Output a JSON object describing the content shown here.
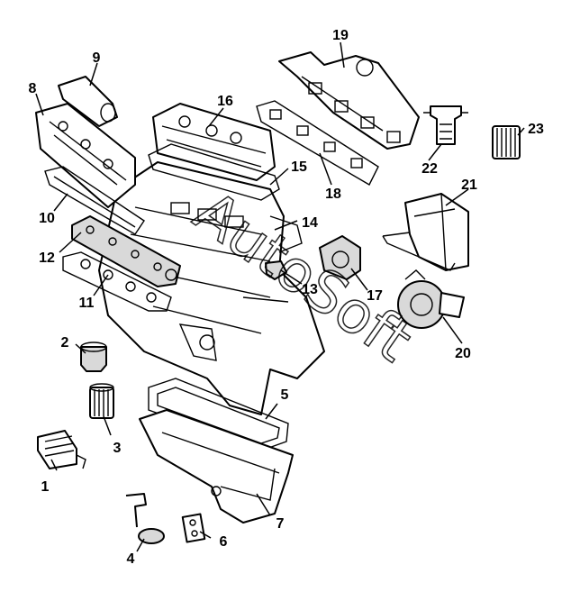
{
  "watermark": "AutoSoft",
  "callouts": [
    "1",
    "2",
    "3",
    "4",
    "5",
    "6",
    "7",
    "8",
    "9",
    "10",
    "11",
    "12",
    "13",
    "14",
    "15",
    "16",
    "17",
    "18",
    "19",
    "20",
    "21",
    "22",
    "23"
  ],
  "icons": {
    "1": "oil-cooler-icon",
    "2": "oil-filler-cap-icon",
    "3": "oil-filter-icon",
    "4": "oil-pickup-icon",
    "5": "sump-gasket-icon",
    "6": "drain-plate-icon",
    "7": "oil-sump-icon",
    "8": "intake-manifold-icon",
    "9": "intake-elbow-icon",
    "10": "manifold-gasket-icon",
    "11": "port-gasket-icon",
    "12": "fuel-rail-icon",
    "13": "sensor-icon",
    "14": "engine-block-icon",
    "15": "cover-gasket-icon",
    "16": "valve-cover-icon",
    "17": "pump-icon",
    "18": "exhaust-gasket-icon",
    "19": "exhaust-manifold-icon",
    "20": "turbocharger-icon",
    "21": "heat-shield-icon",
    "22": "fuel-filter-icon",
    "23": "filter-element-icon"
  }
}
